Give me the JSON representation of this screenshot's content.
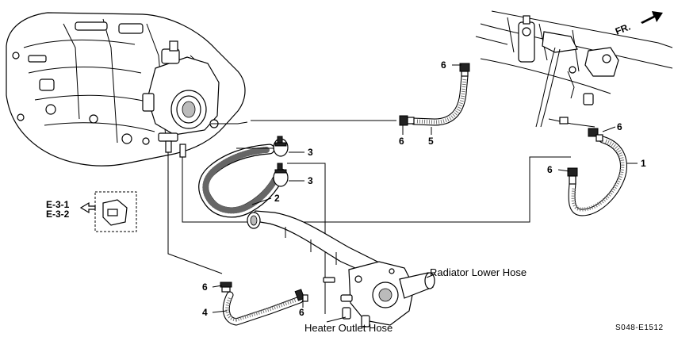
{
  "direction": {
    "label": "FR."
  },
  "callouts": [
    {
      "id": "1",
      "text": "1"
    },
    {
      "id": "2",
      "text": "2"
    },
    {
      "id": "3a",
      "text": "3"
    },
    {
      "id": "3b",
      "text": "3"
    },
    {
      "id": "4",
      "text": "4"
    },
    {
      "id": "5",
      "text": "5"
    },
    {
      "id": "6a",
      "text": "6"
    },
    {
      "id": "6b",
      "text": "6"
    },
    {
      "id": "6c",
      "text": "6"
    },
    {
      "id": "6d",
      "text": "6"
    },
    {
      "id": "6e",
      "text": "6"
    },
    {
      "id": "6f",
      "text": "6"
    }
  ],
  "references": {
    "ref1": "E-3-1",
    "ref2": "E-3-2"
  },
  "annotations": {
    "radiator_lower_hose": "Radiator Lower Hose",
    "heater_outlet_hose": "Heater Outlet Hose"
  },
  "diagram_code": "S048-E1512",
  "colors": {
    "ink": "#000000",
    "hose_texture": "#666666",
    "background": "#ffffff"
  }
}
